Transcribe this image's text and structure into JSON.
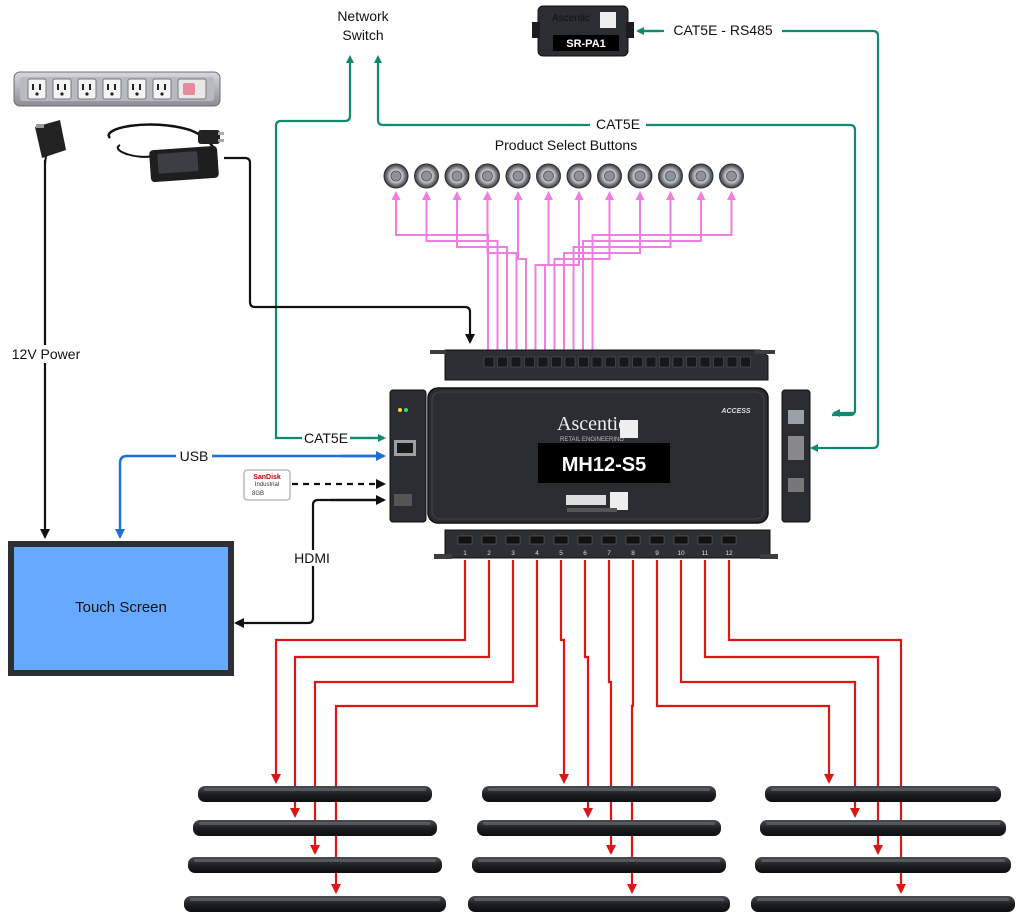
{
  "labels": {
    "network_switch_line1": "Network",
    "network_switch_line2": "Switch",
    "cat5e_rs485": "CAT5E - RS485",
    "cat5e_top": "CAT5E",
    "product_select_buttons": "Product Select Buttons",
    "power_12v": "12V Power",
    "usb": "USB",
    "cat5e_left": "CAT5E",
    "hdmi": "HDMI",
    "touch_screen": "Touch Screen"
  },
  "devices": {
    "main_unit_title": "MH12-S5",
    "brand": "Ascentic",
    "brand_sub": "RETAIL ENGINEERING",
    "remote_module_label": "SR-PA1",
    "remote_module_brand": "Ascentic",
    "access_badge": "ACCESS",
    "sd_card_brand": "SanDisk",
    "sd_card_line": "Industrial",
    "sd_card_size": "8GB"
  },
  "hdmi_port_numbers": [
    "1",
    "2",
    "3",
    "4",
    "5",
    "6",
    "7",
    "8",
    "9",
    "10",
    "11",
    "12"
  ],
  "product_button_count": 12,
  "soundbar_columns": 3,
  "soundbars_per_column": 4,
  "colors": {
    "network": "#0e8a6e",
    "usb": "#1f6fd6",
    "buttons": "#f07ee0",
    "hdmi_out": "#dd1515",
    "power": "#111111",
    "device_body": "#2a2d31",
    "touch_screen_fill": "#66aaff",
    "touch_screen_border": "#2c2f33"
  }
}
